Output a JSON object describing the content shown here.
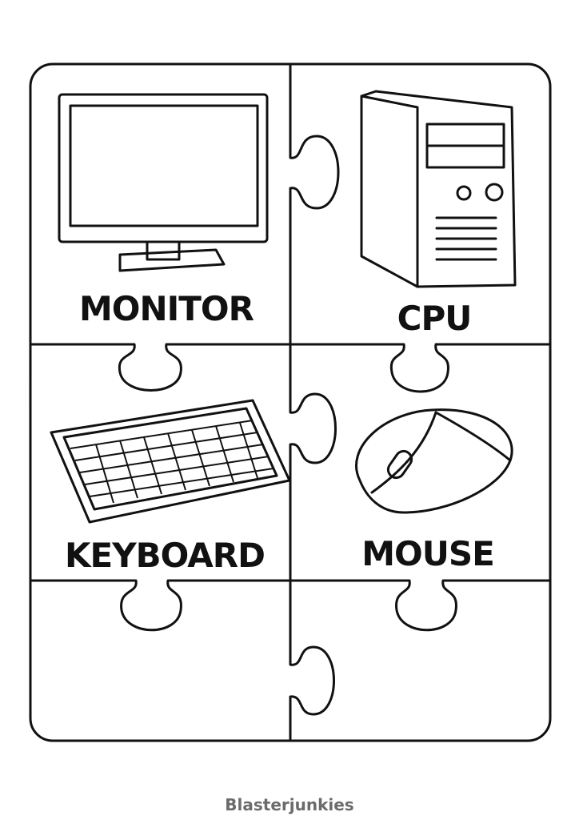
{
  "puzzle": {
    "pieces": [
      {
        "label": "MONITOR",
        "icon": "monitor-icon"
      },
      {
        "label": "CPU",
        "icon": "cpu-tower-icon"
      },
      {
        "label": "KEYBOARD",
        "icon": "keyboard-icon"
      },
      {
        "label": "MOUSE",
        "icon": "mouse-icon"
      },
      {
        "label": "",
        "icon": ""
      },
      {
        "label": "",
        "icon": ""
      }
    ]
  },
  "footer": {
    "brand": "Blasterjunkies"
  }
}
